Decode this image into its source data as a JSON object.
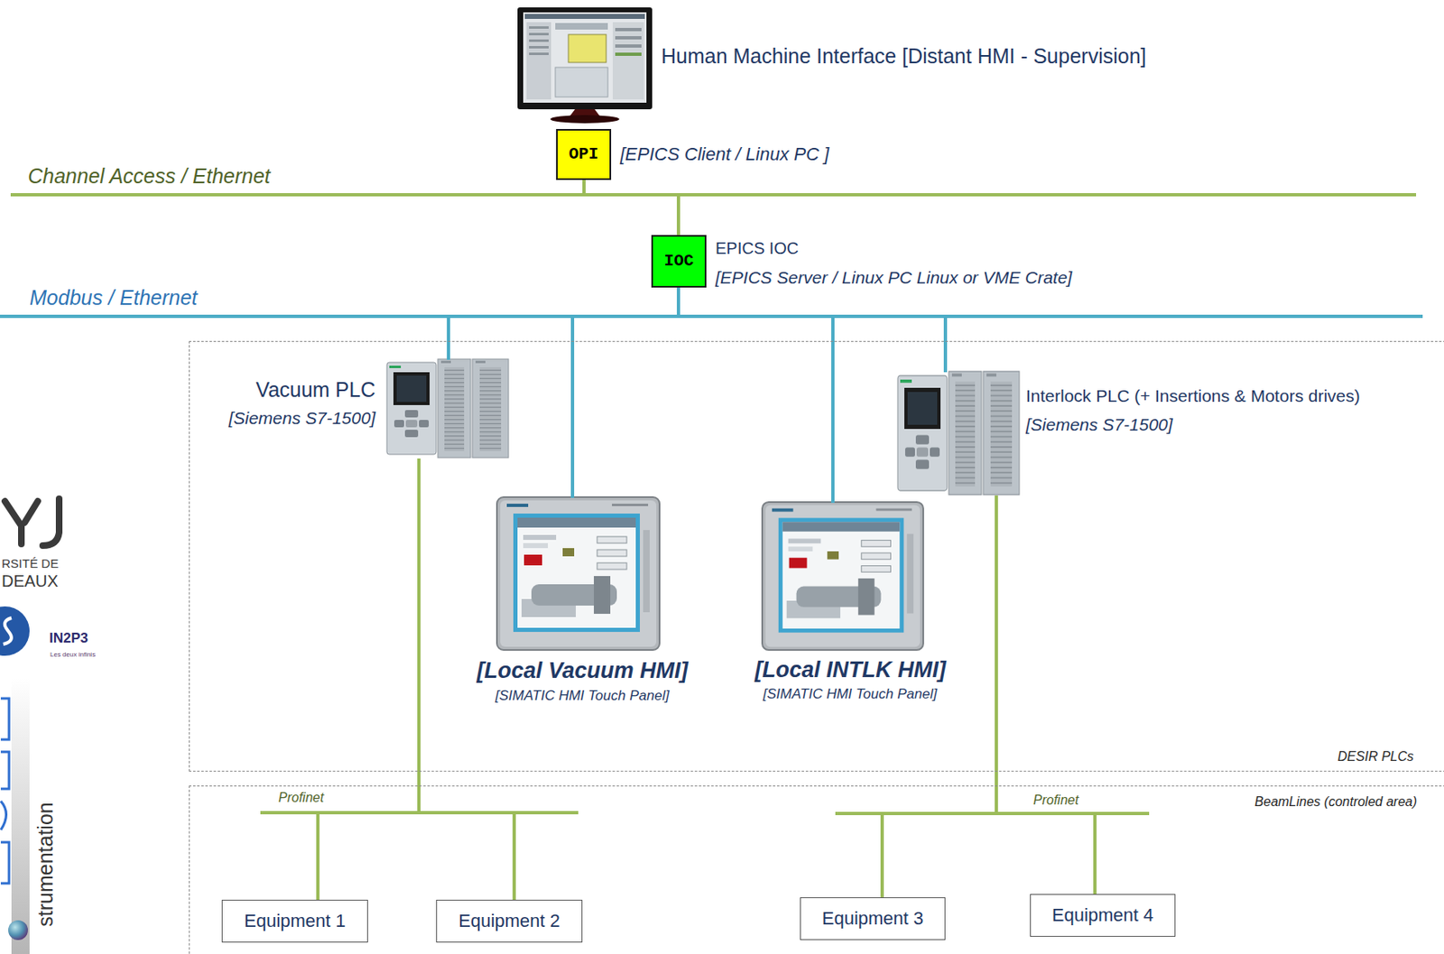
{
  "diagram": {
    "nodes": [
      {
        "text": [
          "Human Machine Interface [Distant HMI - Supervision]"
        ]
      },
      {
        "text": [
          "OPI",
          "[EPICS Client / Linux PC ]"
        ]
      },
      {
        "text": [
          "Channel Access / Ethernet"
        ]
      },
      {
        "text": [
          "IOC",
          "EPICS IOC",
          "[EPICS Server / Linux PC Linux or VME Crate]"
        ]
      },
      {
        "text": [
          "Modbus / Ethernet"
        ]
      },
      {
        "text": [
          "DESIR PLCs"
        ]
      },
      {
        "text": [
          "Vacuum PLC",
          "[Siemens S7-1500]"
        ],
        "in": 5
      },
      {
        "text": [
          "Interlock PLC (+ Insertions & Motors drives)",
          "[Siemens S7-1500]"
        ],
        "in": 5
      },
      {
        "text": [
          "[Local Vacuum HMI]",
          "[SIMATIC HMI Touch Panel]"
        ],
        "in": 5
      },
      {
        "text": [
          "[Local INTLK HMI]",
          "[SIMATIC HMI Touch Panel]"
        ],
        "in": 5
      },
      {
        "text": [
          "BeamLines (controled area)"
        ]
      },
      {
        "text": [
          "Equipment 1"
        ],
        "in": 10
      },
      {
        "text": [
          "Equipment 2"
        ],
        "in": 10
      },
      {
        "text": [
          "Equipment 3"
        ],
        "in": 10
      },
      {
        "text": [
          "Equipment 4"
        ],
        "in": 10
      }
    ],
    "edges": [
      {
        "from": 1,
        "to": 2,
        "arrow": "none"
      },
      {
        "from": 3,
        "to": 2,
        "arrow": "none"
      },
      {
        "from": 3,
        "to": 4,
        "arrow": "none"
      },
      {
        "from": 4,
        "to": 6,
        "arrow": "none"
      },
      {
        "from": 4,
        "to": 8,
        "arrow": "none"
      },
      {
        "from": 4,
        "to": 9,
        "arrow": "none"
      },
      {
        "from": 4,
        "to": 7,
        "arrow": "none"
      },
      {
        "from": 6,
        "to": 11,
        "label": "Profinet",
        "arrow": "none"
      },
      {
        "from": 6,
        "to": 12,
        "arrow": "none"
      },
      {
        "from": 7,
        "to": 13,
        "label": "Profinet",
        "arrow": "none"
      },
      {
        "from": 7,
        "to": 14,
        "arrow": "none"
      }
    ],
    "labels": [
      "RSITÉ DE",
      "DEAUX",
      "IN2P3",
      "Les deux infinis",
      "strumentation"
    ]
  }
}
